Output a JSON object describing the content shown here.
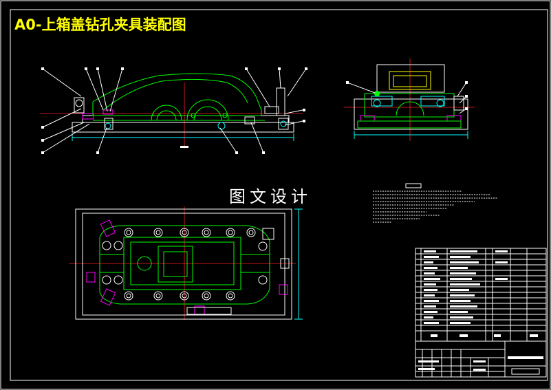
{
  "title": "A0-上箱盖钻孔夹具装配图",
  "watermark": "图文设计",
  "colors": {
    "background": "#000000",
    "title": "#ffff00",
    "outline": "#ffffff",
    "body": "#00ff00",
    "centerline": "#ff2020",
    "section": "#ff00ff",
    "detail": "#00ffff"
  },
  "views": [
    "front-view",
    "side-view",
    "top-view"
  ],
  "parts_list": {
    "rows": 17,
    "columns": 6
  },
  "title_block": {
    "present": true
  }
}
